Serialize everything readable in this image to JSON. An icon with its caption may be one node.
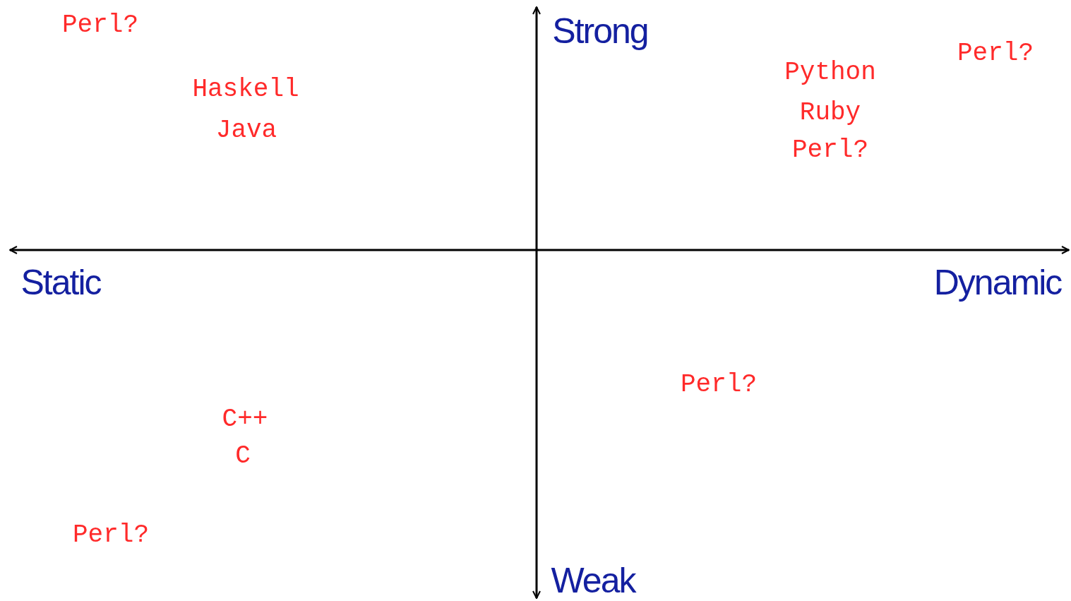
{
  "diagram": {
    "labels": [
      "Perl?",
      "Strong",
      "Perl?",
      "Python",
      "Haskell",
      "Ruby",
      "Java",
      "Perl?",
      "Static",
      "Dynamic",
      "Perl?",
      "C++",
      "C",
      "Perl?",
      "Weak"
    ]
  }
}
